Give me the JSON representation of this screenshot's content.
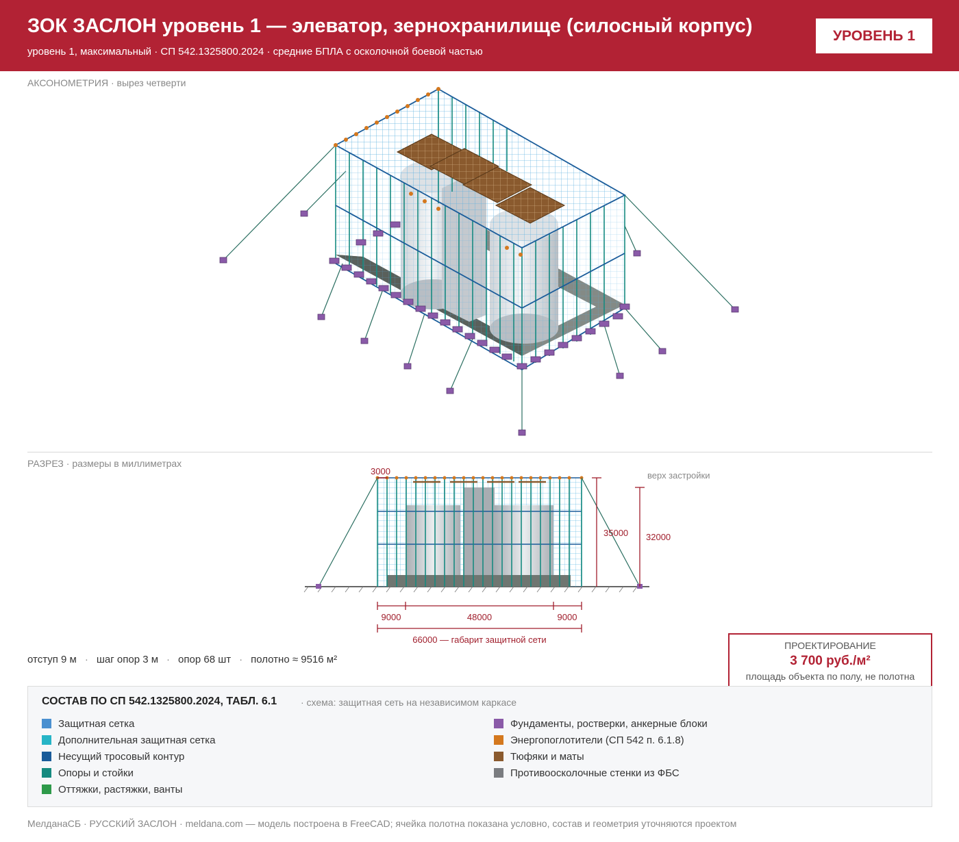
{
  "header": {
    "title": "ЗОК ЗАСЛОН уровень 1 — элеватор, зернохранилище (силосный корпус)",
    "subtitle": "уровень 1, максимальный · СП 542.1325800.2024 · средние БПЛА с осколочной боевой частью",
    "badge": "УРОВЕНЬ 1"
  },
  "axonometry": {
    "label": "АКСОНОМЕТРИЯ",
    "note": "вырез четверти"
  },
  "section": {
    "label": "РАЗРЕЗ",
    "note": "размеры в миллиметрах",
    "dim_top": "3000",
    "dim_height_total": "35000",
    "dim_height_building": "32000",
    "top_label": "верх застройки",
    "dim_left": "9000",
    "dim_middle": "48000",
    "dim_right": "9000",
    "dim_overall": "66000 — габарит защитной сети"
  },
  "stats": {
    "offset": "отступ 9 м",
    "step": "шаг опор 3 м",
    "posts": "опор 68 шт",
    "fabric": "полотно ≈ 9516 м²"
  },
  "price": {
    "head": "ПРОЕКТИРОВАНИЕ",
    "value": "3 700 руб./м²",
    "note": "площадь объекта по полу, не полотна"
  },
  "legend": {
    "title": "СОСТАВ ПО СП 542.1325800.2024, ТАБЛ. 6.1",
    "schema": "· схема: защитная сеть на независимом каркасе",
    "left": [
      {
        "label": "Защитная сетка",
        "color": "#4a90d0"
      },
      {
        "label": "Дополнительная защитная сетка",
        "color": "#26b4c6"
      },
      {
        "label": "Несущий тросовый контур",
        "color": "#1a5c9a"
      },
      {
        "label": "Опоры и стойки",
        "color": "#168a80"
      },
      {
        "label": "Оттяжки, растяжки, ванты",
        "color": "#2e9a4a"
      }
    ],
    "right": [
      {
        "label": "Фундаменты, ростверки, анкерные блоки",
        "color": "#8a5aa8"
      },
      {
        "label": "Энергопоглотители (СП 542 п. 6.1.8)",
        "color": "#d4781e"
      },
      {
        "label": "Тюфяки и маты",
        "color": "#8a5a2e"
      },
      {
        "label": "Противоосколочные стенки из ФБС",
        "color": "#7a7c80"
      }
    ]
  },
  "footer": "МелданаСБ · РУССКИЙ ЗАСЛОН · meldana.com — модель построена в FreeCAD; ячейка полотна показана условно, состав и геометрия уточняются проектом"
}
